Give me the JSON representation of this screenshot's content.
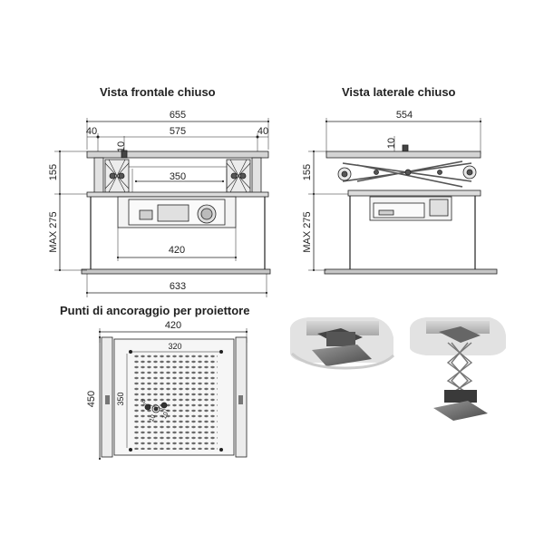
{
  "titles": {
    "front": "Vista frontale chiuso",
    "side": "Vista laterale chiuso",
    "anchor": "Punti di ancoraggio per proiettore"
  },
  "front": {
    "width_total": "655",
    "width_inner": "575",
    "margin_left": "40",
    "margin_right": "40",
    "frame_offset": "10",
    "height": "155",
    "max_drop": "MAX 275",
    "rail_width": "350",
    "projector_width": "420",
    "base_width": "633"
  },
  "side": {
    "depth_total": "554",
    "frame_offset": "10",
    "height": "155",
    "max_drop": "MAX 275"
  },
  "anchor": {
    "width": "420",
    "inner_width": "320",
    "height": "450",
    "inner_height": "350",
    "hole_a": "8",
    "hole_b": "10",
    "hole_c": "10"
  },
  "colors": {
    "line": "#222222",
    "frame": "#cfcfcf",
    "base": "#bdbdbd",
    "plate": "#e3e3e3",
    "accent_dark": "#3a3a3a"
  },
  "icons": {
    "photo_closed": "lift-closed-photo",
    "photo_open": "lift-open-photo"
  }
}
